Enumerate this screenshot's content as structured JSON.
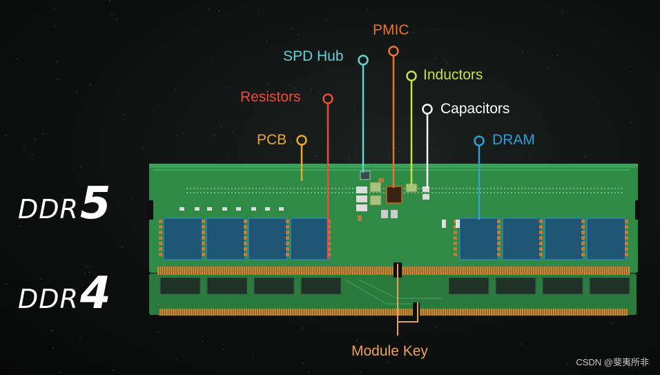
{
  "modules": {
    "top": {
      "prefix": "DDR",
      "number": "5"
    },
    "bottom": {
      "prefix": "DDR",
      "number": "4"
    }
  },
  "components": [
    {
      "key": "pmic",
      "label": "PMIC",
      "color": "#e9742f"
    },
    {
      "key": "spd_hub",
      "label": "SPD Hub",
      "color": "#5fd3d8"
    },
    {
      "key": "inductors",
      "label": "Inductors",
      "color": "#c6e04a"
    },
    {
      "key": "resistors",
      "label": "Resistors",
      "color": "#ec4b3e"
    },
    {
      "key": "capacitors",
      "label": "Capacitors",
      "color": "#ffffff"
    },
    {
      "key": "pcb",
      "label": "PCB",
      "color": "#e9a92c"
    },
    {
      "key": "dram",
      "label": "DRAM",
      "color": "#2ea0d6"
    }
  ],
  "module_key": {
    "label": "Module Key",
    "color": "#e9a35a"
  },
  "watermark": "CSDN @斐夷所非",
  "colors": {
    "pcb_green": "#2f8a46",
    "dram_chip": "#1f5572",
    "gold_contacts": "#c9913e"
  }
}
